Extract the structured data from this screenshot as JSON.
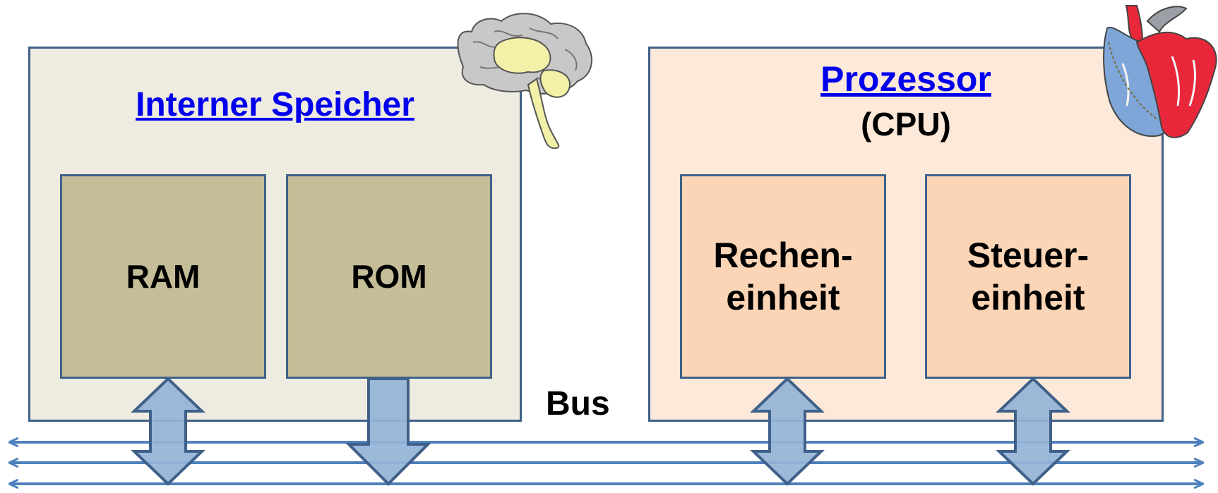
{
  "memory": {
    "title": "Interner Speicher",
    "modules": [
      "RAM",
      "ROM"
    ],
    "icon": "brain-icon",
    "colors": {
      "panel": "#eeebe1",
      "module": "#c4bd97"
    }
  },
  "processor": {
    "title": "Prozessor",
    "subtitle": "(CPU)",
    "units": [
      {
        "line1": "Rechen-",
        "line2": "einheit"
      },
      {
        "line1": "Steuer-",
        "line2": "einheit"
      }
    ],
    "icon": "heart-icon",
    "colors": {
      "panel": "#fde9d9",
      "module": "#fbd5b5"
    }
  },
  "bus": {
    "label": "Bus",
    "lines": 3,
    "color": "#4f81bd",
    "arrow_fill": "#95b3d7"
  }
}
